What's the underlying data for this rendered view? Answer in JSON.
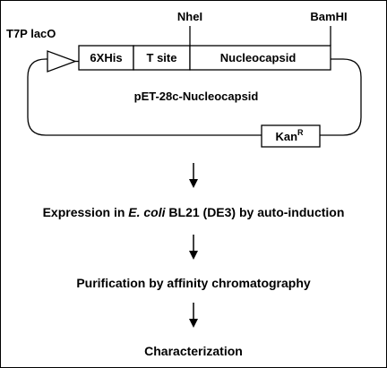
{
  "colors": {
    "stroke": "#000000",
    "background": "#ffffff"
  },
  "plasmid": {
    "promoter_label": "T7P lacO",
    "site_nhei": "NheI",
    "site_bamhi": "BamHI",
    "seg_his": "6XHis",
    "seg_tsite": "T site",
    "seg_nc": "Nucleocapsid",
    "name": "pET-28c-Nucleocapsid",
    "resistance_base": "Kan",
    "resistance_sup": "R"
  },
  "steps": {
    "s1_pre": "Expression in ",
    "s1_ital": "E. coli",
    "s1_post": " BL21 (DE3) by auto-induction",
    "s2": "Purification by affinity chromatography",
    "s3": "Characterization"
  }
}
